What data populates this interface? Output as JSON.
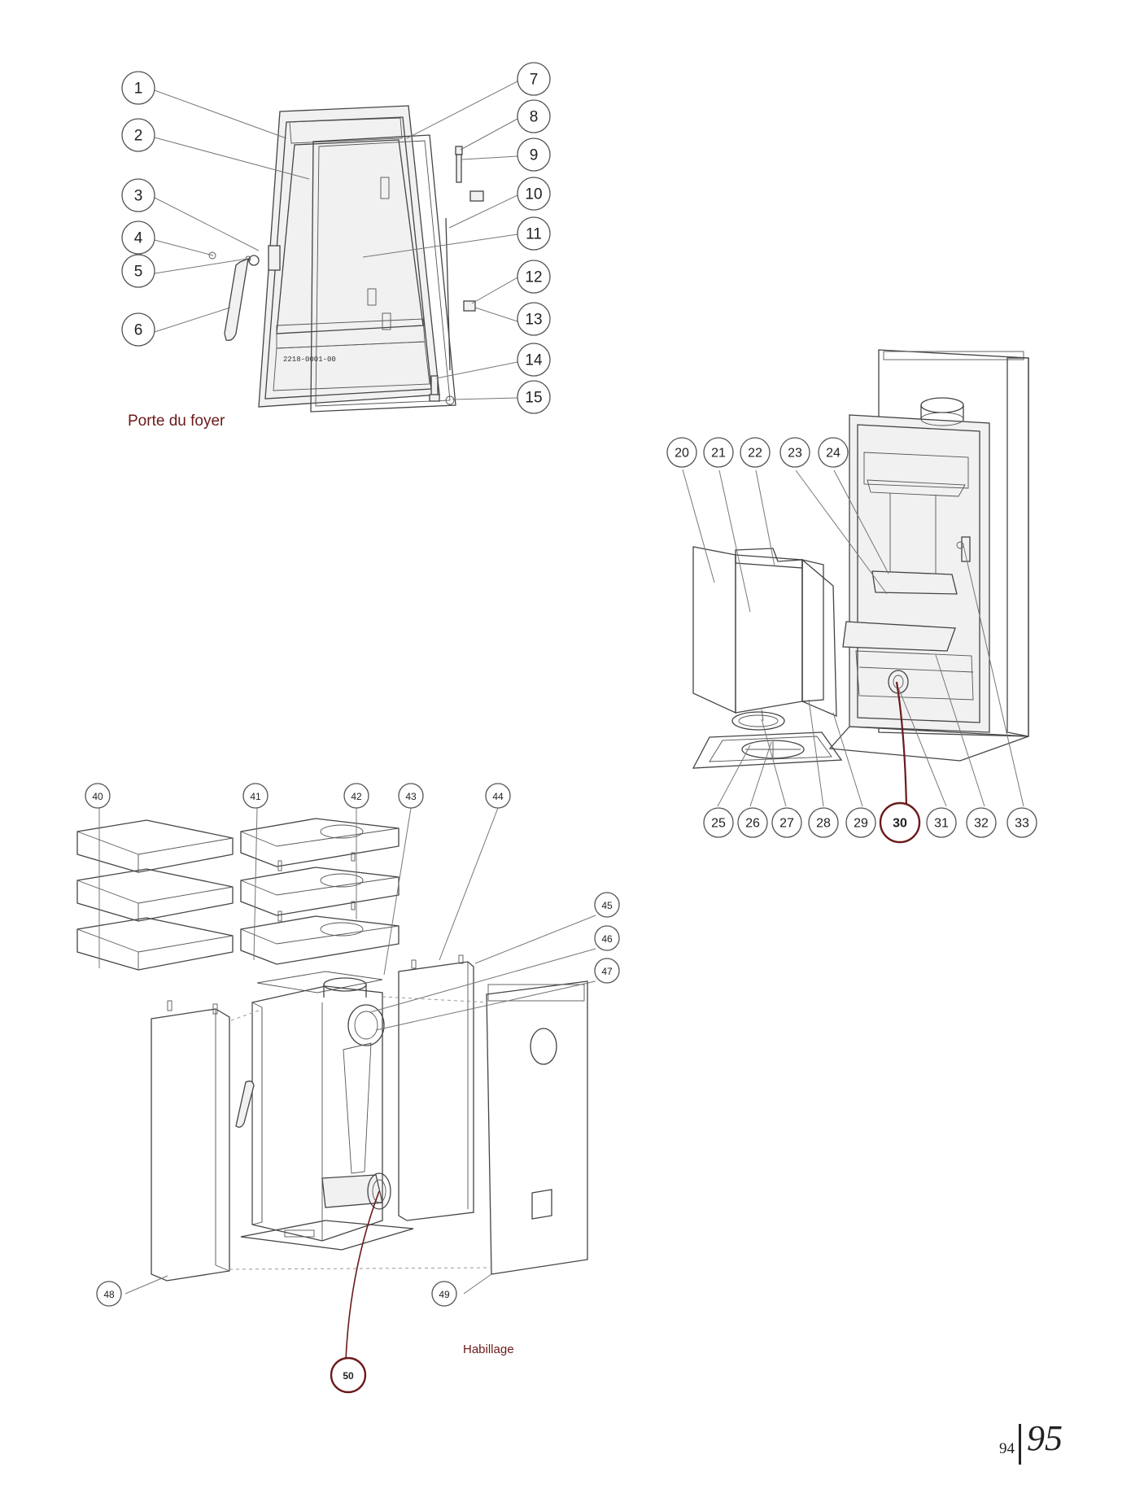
{
  "captions": {
    "door": "Porte du foyer",
    "habillage": "Habillage"
  },
  "page_numbers": {
    "left": "94",
    "right": "95"
  },
  "colors": {
    "caption": "#6b1a1a",
    "line": "#444444",
    "highlight": "#6b1a1a"
  },
  "callouts": {
    "door": [
      "1",
      "2",
      "3",
      "4",
      "5",
      "6",
      "7",
      "8",
      "9",
      "10",
      "11",
      "12",
      "13",
      "14",
      "15"
    ],
    "firebox": [
      "20",
      "21",
      "22",
      "23",
      "24",
      "25",
      "26",
      "27",
      "28",
      "29",
      "30",
      "31",
      "32",
      "33"
    ],
    "casing": [
      "40",
      "41",
      "42",
      "43",
      "44",
      "45",
      "46",
      "47",
      "48",
      "49",
      "50"
    ]
  },
  "highlighted": [
    "30",
    "50"
  ]
}
